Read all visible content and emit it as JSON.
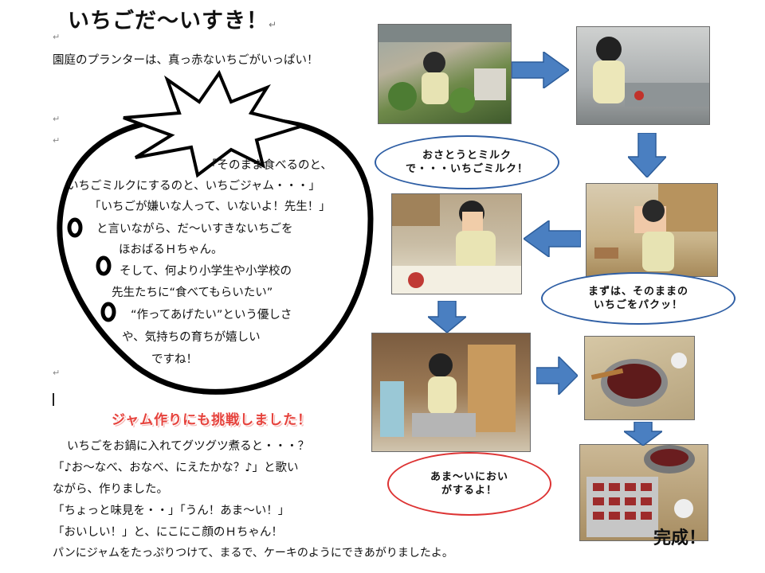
{
  "title": "いちごだ～いすき！",
  "return_mark": "↵",
  "intro": "園庭のプランターは、真っ赤ないちごがいっぱい！",
  "strawberry_text": [
    "「そのまま食べるのと、",
    "いちごミルクにするのと、いちごジャム・・・」",
    "「いちごが嫌いな人って、いないよ！先生！」",
    "と言いながら、だ～いすきないちごを",
    "ほおばるＨちゃん。",
    "そして、何より小学生や小学校の",
    "先生たちに“食べてもらいたい”",
    "“作ってあげたい”という優しさ",
    "や、気持ちの育ちが嬉しい",
    "ですね！"
  ],
  "jam_heading": "ジャム作りにも挑戦しました！",
  "jam_text": [
    "いちごをお鍋に入れてグツグツ煮ると・・・？",
    "「♪お～なべ、おなべ、にえたかな？♪」と歌い",
    "ながら、作りました。",
    "「ちょっと味見を・・」「うん！あま～い！」",
    "「おいしい！」と、にこにこ顔のＨちゃん！",
    "パンにジャムをたっぷりつけて、まるで、ケーキのようにできあがりましたよ。"
  ],
  "bubbles": {
    "milk": [
      "おさとうとミルク",
      "で・・・いちごミルク！"
    ],
    "raw": [
      "まずは、そのままの",
      "いちごをパクッ！"
    ],
    "smell": [
      "あま～いにおい",
      "がするよ！"
    ]
  },
  "done_label": "完成！",
  "colors": {
    "arrow": "#4a7fc1",
    "jam_heading": "#e6423c",
    "bubble_border": "#2f5fa5",
    "bubble_red_border": "#d33333"
  }
}
